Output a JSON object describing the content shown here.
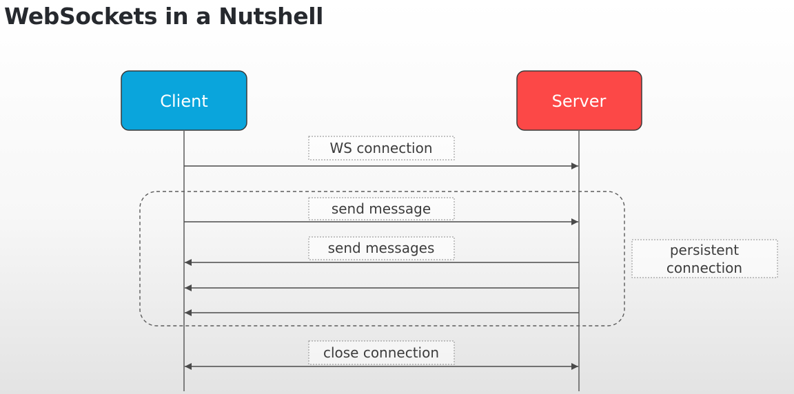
{
  "title": "WebSockets in a Nutshell",
  "actors": {
    "client": {
      "label": "Client",
      "color": "#0aa5dc"
    },
    "server": {
      "label": "Server",
      "color": "#fc4847"
    }
  },
  "messages": {
    "ws_connection": {
      "label": "WS connection",
      "direction": "client-to-server"
    },
    "send_message": {
      "label": "send message",
      "direction": "client-to-server"
    },
    "send_messages": {
      "label": "send messages",
      "direction": "server-to-client"
    },
    "server_message_2": {
      "label": "",
      "direction": "server-to-client"
    },
    "server_message_3": {
      "label": "",
      "direction": "server-to-client"
    },
    "close_connection": {
      "label": "close connection",
      "direction": "bidirectional"
    }
  },
  "annotation": {
    "line1": "persistent",
    "line2": "connection"
  }
}
